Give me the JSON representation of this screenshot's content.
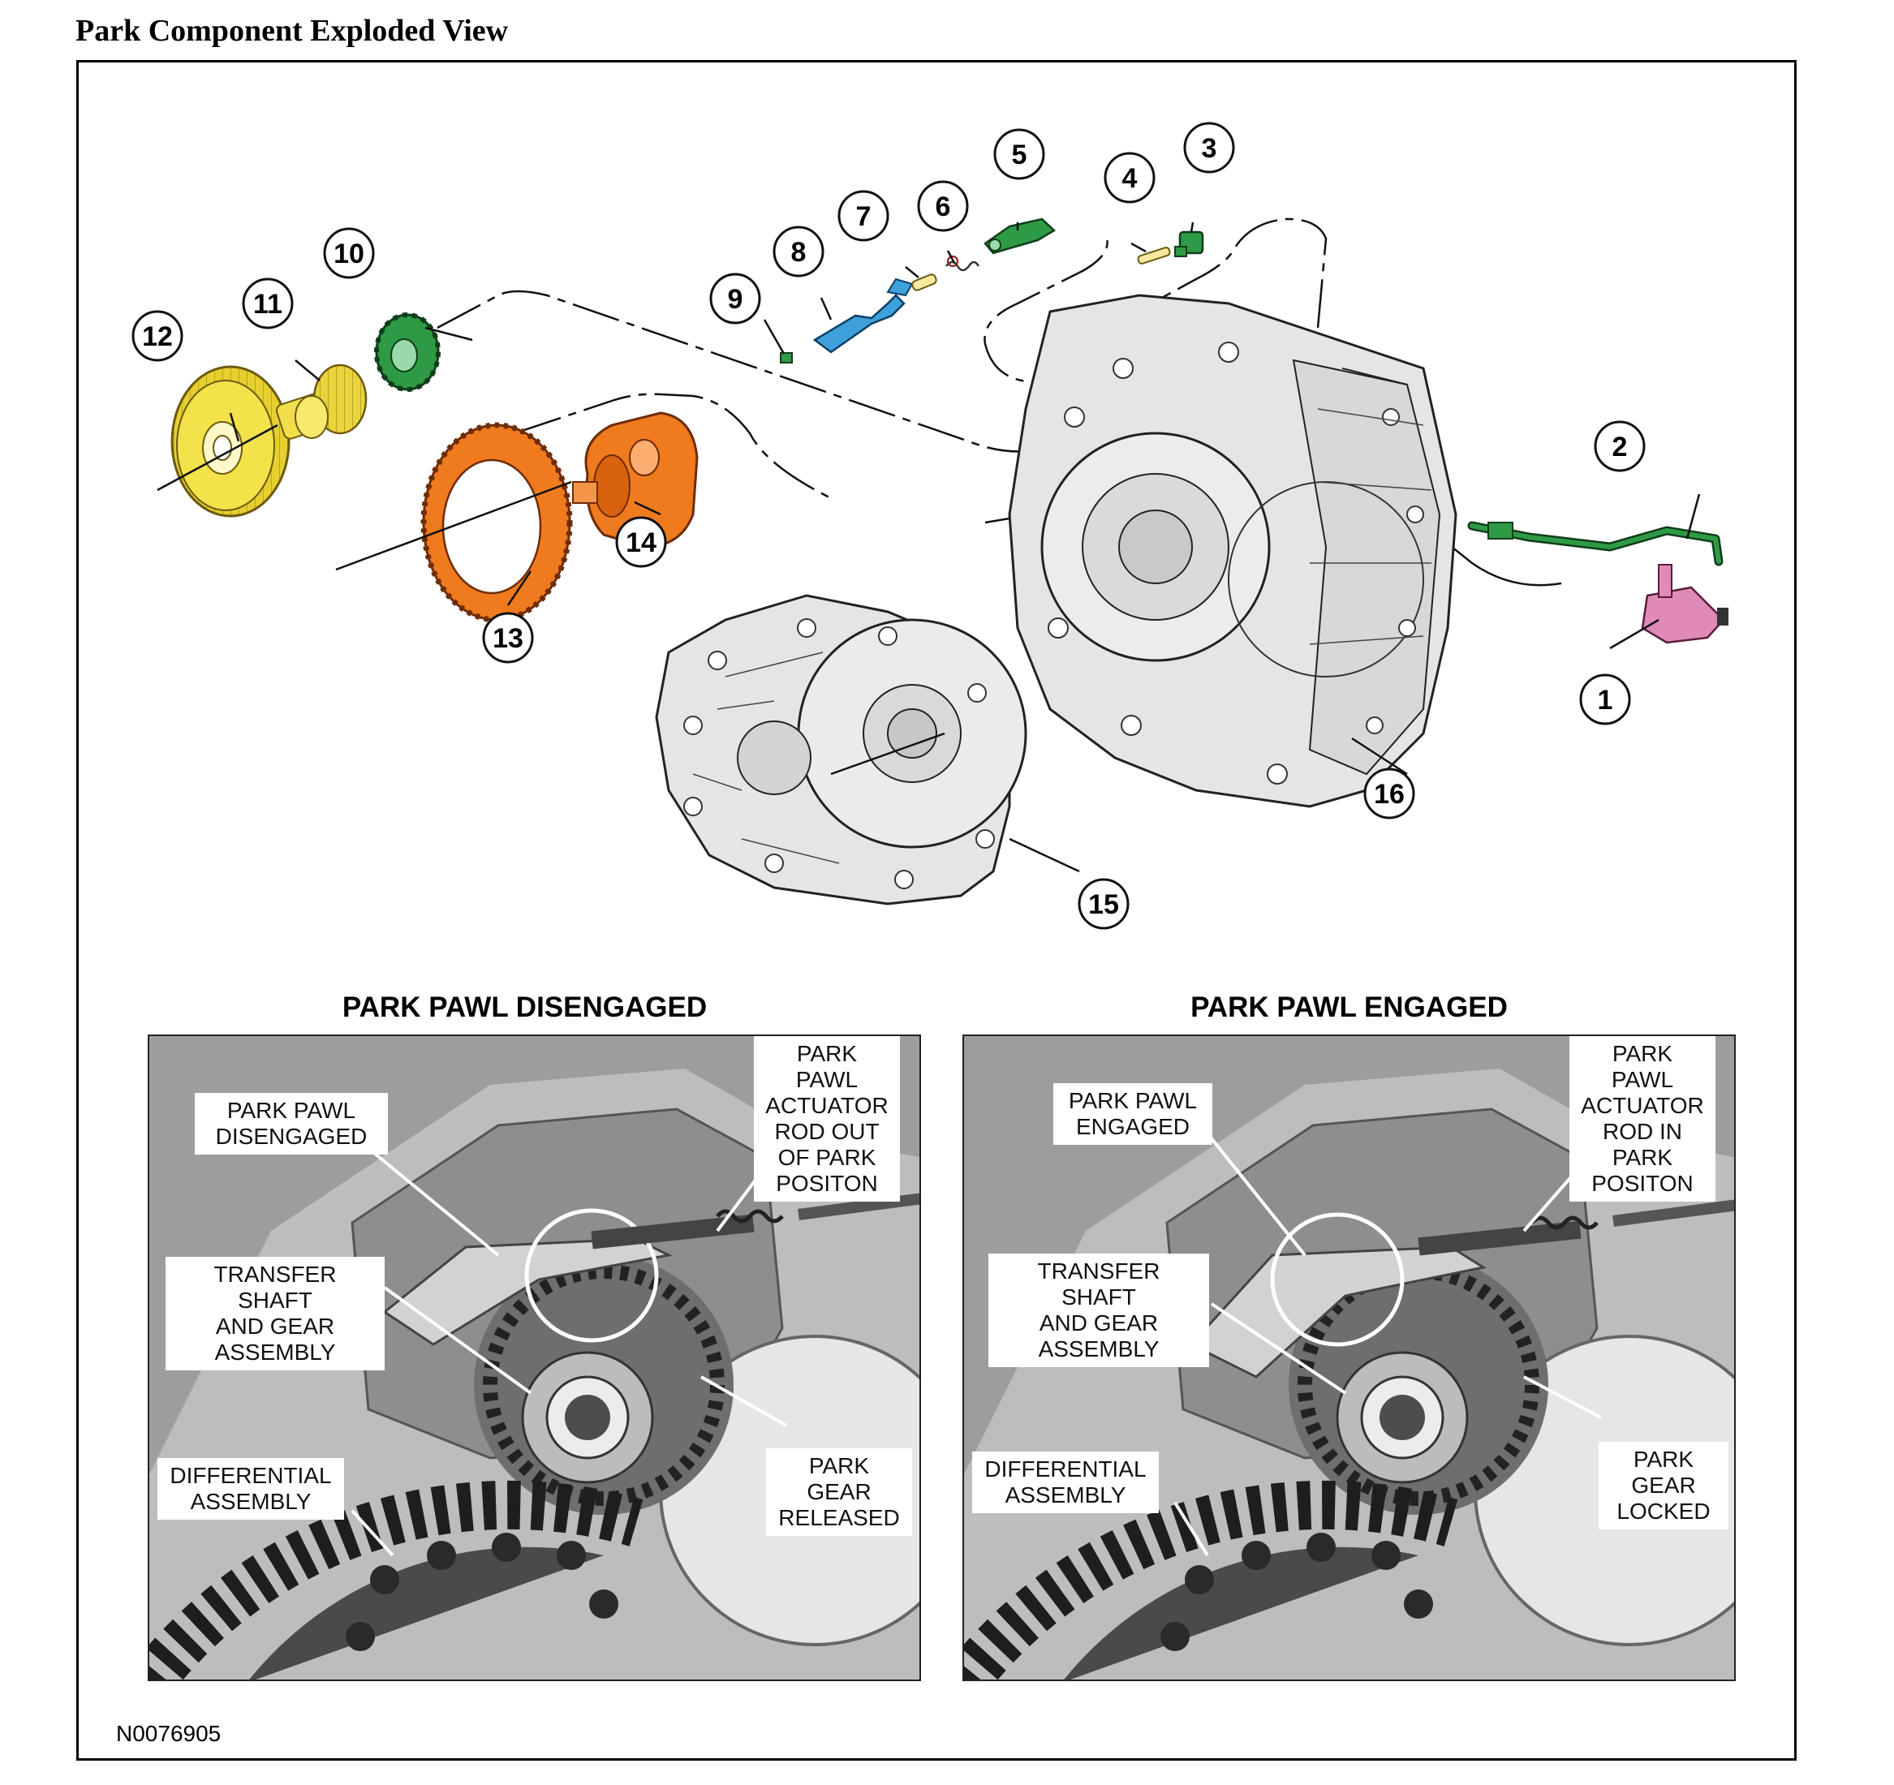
{
  "title": "Park Component Exploded View",
  "reference_code": "N0076905",
  "part_numbers": [
    "1",
    "2",
    "3",
    "4",
    "5",
    "6",
    "7",
    "8",
    "9",
    "10",
    "11",
    "12",
    "13",
    "14",
    "15",
    "16"
  ],
  "colors": {
    "yellow_gear": "#f3e24a",
    "green_part": "#2f9a45",
    "orange_part": "#f07a1e",
    "blue_part": "#3fa0dc",
    "pink_part": "#e08ab8",
    "case_gray": "#e4e5e7"
  },
  "panels": [
    {
      "title": "PARK PAWL DISENGAGED",
      "callouts": {
        "pawl": "PARK PAWL\nDISENGAGED",
        "rod": "PARK PAWL\nACTUATOR\nROD OUT\nOF PARK\nPOSITON",
        "shaft": "TRANSFER SHAFT\nAND GEAR\nASSEMBLY",
        "diff": "DIFFERENTIAL\nASSEMBLY",
        "gear": "PARK\nGEAR\nRELEASED"
      }
    },
    {
      "title": "PARK PAWL  ENGAGED",
      "callouts": {
        "pawl": "PARK PAWL\nENGAGED",
        "rod": "PARK PAWL\nACTUATOR\nROD IN\nPARK\nPOSITON",
        "shaft": "TRANSFER SHAFT\nAND GEAR\nASSEMBLY",
        "diff": "DIFFERENTIAL\nASSEMBLY",
        "gear": "PARK\nGEAR\nLOCKED"
      }
    }
  ]
}
